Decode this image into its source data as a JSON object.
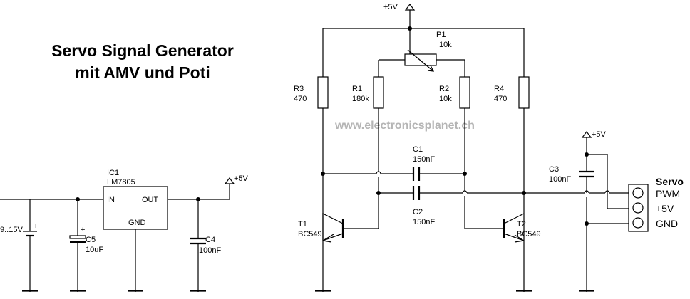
{
  "title": {
    "line1": "Servo Signal Generator",
    "line2": "mit AMV und Poti"
  },
  "watermark": "www.electronicsplanet.ch",
  "regulator": {
    "ref": "IC1",
    "part": "LM7805",
    "pin_in": "IN",
    "pin_out": "OUT",
    "pin_gnd": "GND",
    "input_label": "9..15V",
    "c5_ref": "C5",
    "c5_val": "10uF",
    "c4_ref": "C4",
    "c4_val": "100nF",
    "out_supply": "+5V"
  },
  "amv": {
    "supply": "+5V",
    "p1_ref": "P1",
    "p1_val": "10k",
    "r1_ref": "R1",
    "r1_val": "180k",
    "r2_ref": "R2",
    "r2_val": "10k",
    "r3_ref": "R3",
    "r3_val": "470",
    "r4_ref": "R4",
    "r4_val": "470",
    "c1_ref": "C1",
    "c1_val": "150nF",
    "c2_ref": "C2",
    "c2_val": "150nF",
    "t1_ref": "T1",
    "t1_val": "BC549",
    "t2_ref": "T2",
    "t2_val": "BC549",
    "c3_ref": "C3",
    "c3_val": "100nF",
    "servo_supply": "+5V"
  },
  "servo": {
    "title": "Servo",
    "pins": [
      "PWM",
      "+5V",
      "GND"
    ]
  }
}
